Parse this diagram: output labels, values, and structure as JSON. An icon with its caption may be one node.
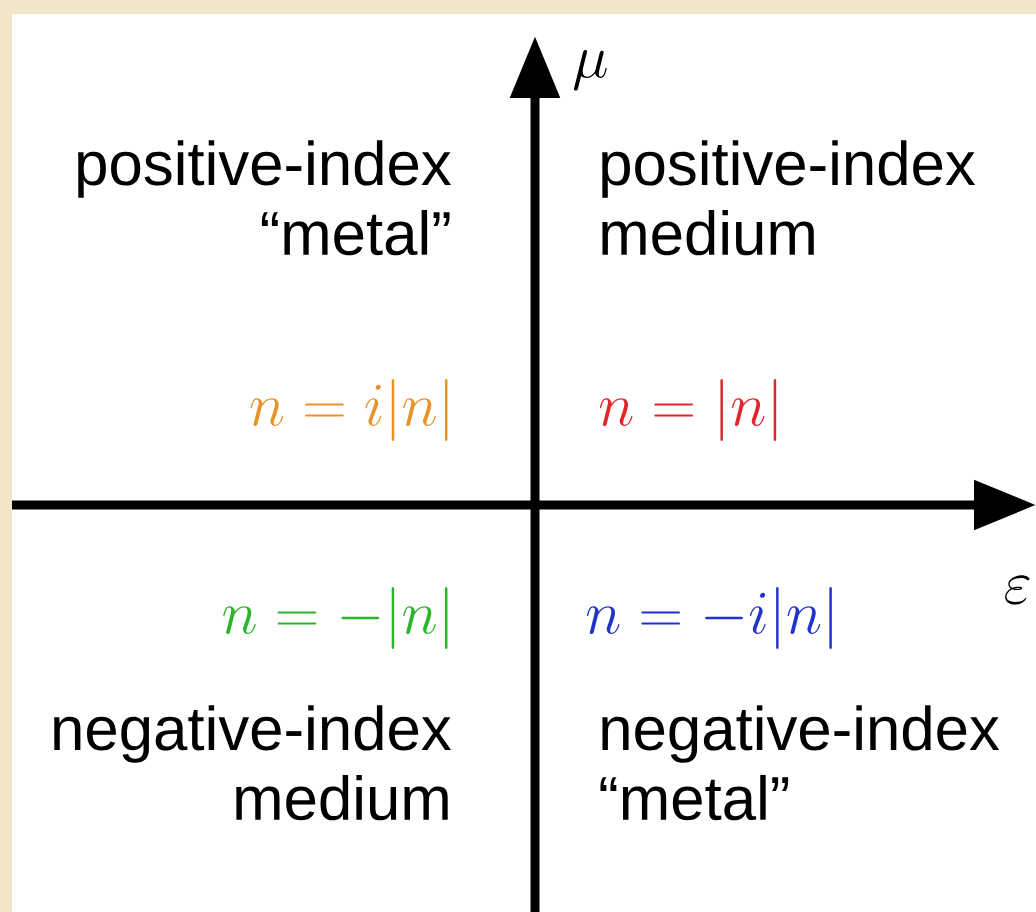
{
  "diagram": {
    "labels": [
      "\\mu",
      "positive-index “metal”",
      "positive-index medium",
      "n = i|n|",
      "n = |n|",
      "\\varepsilon",
      "n = -|n|",
      "n = -i|n|",
      "negative-index medium",
      "negative-index “metal”"
    ]
  }
}
